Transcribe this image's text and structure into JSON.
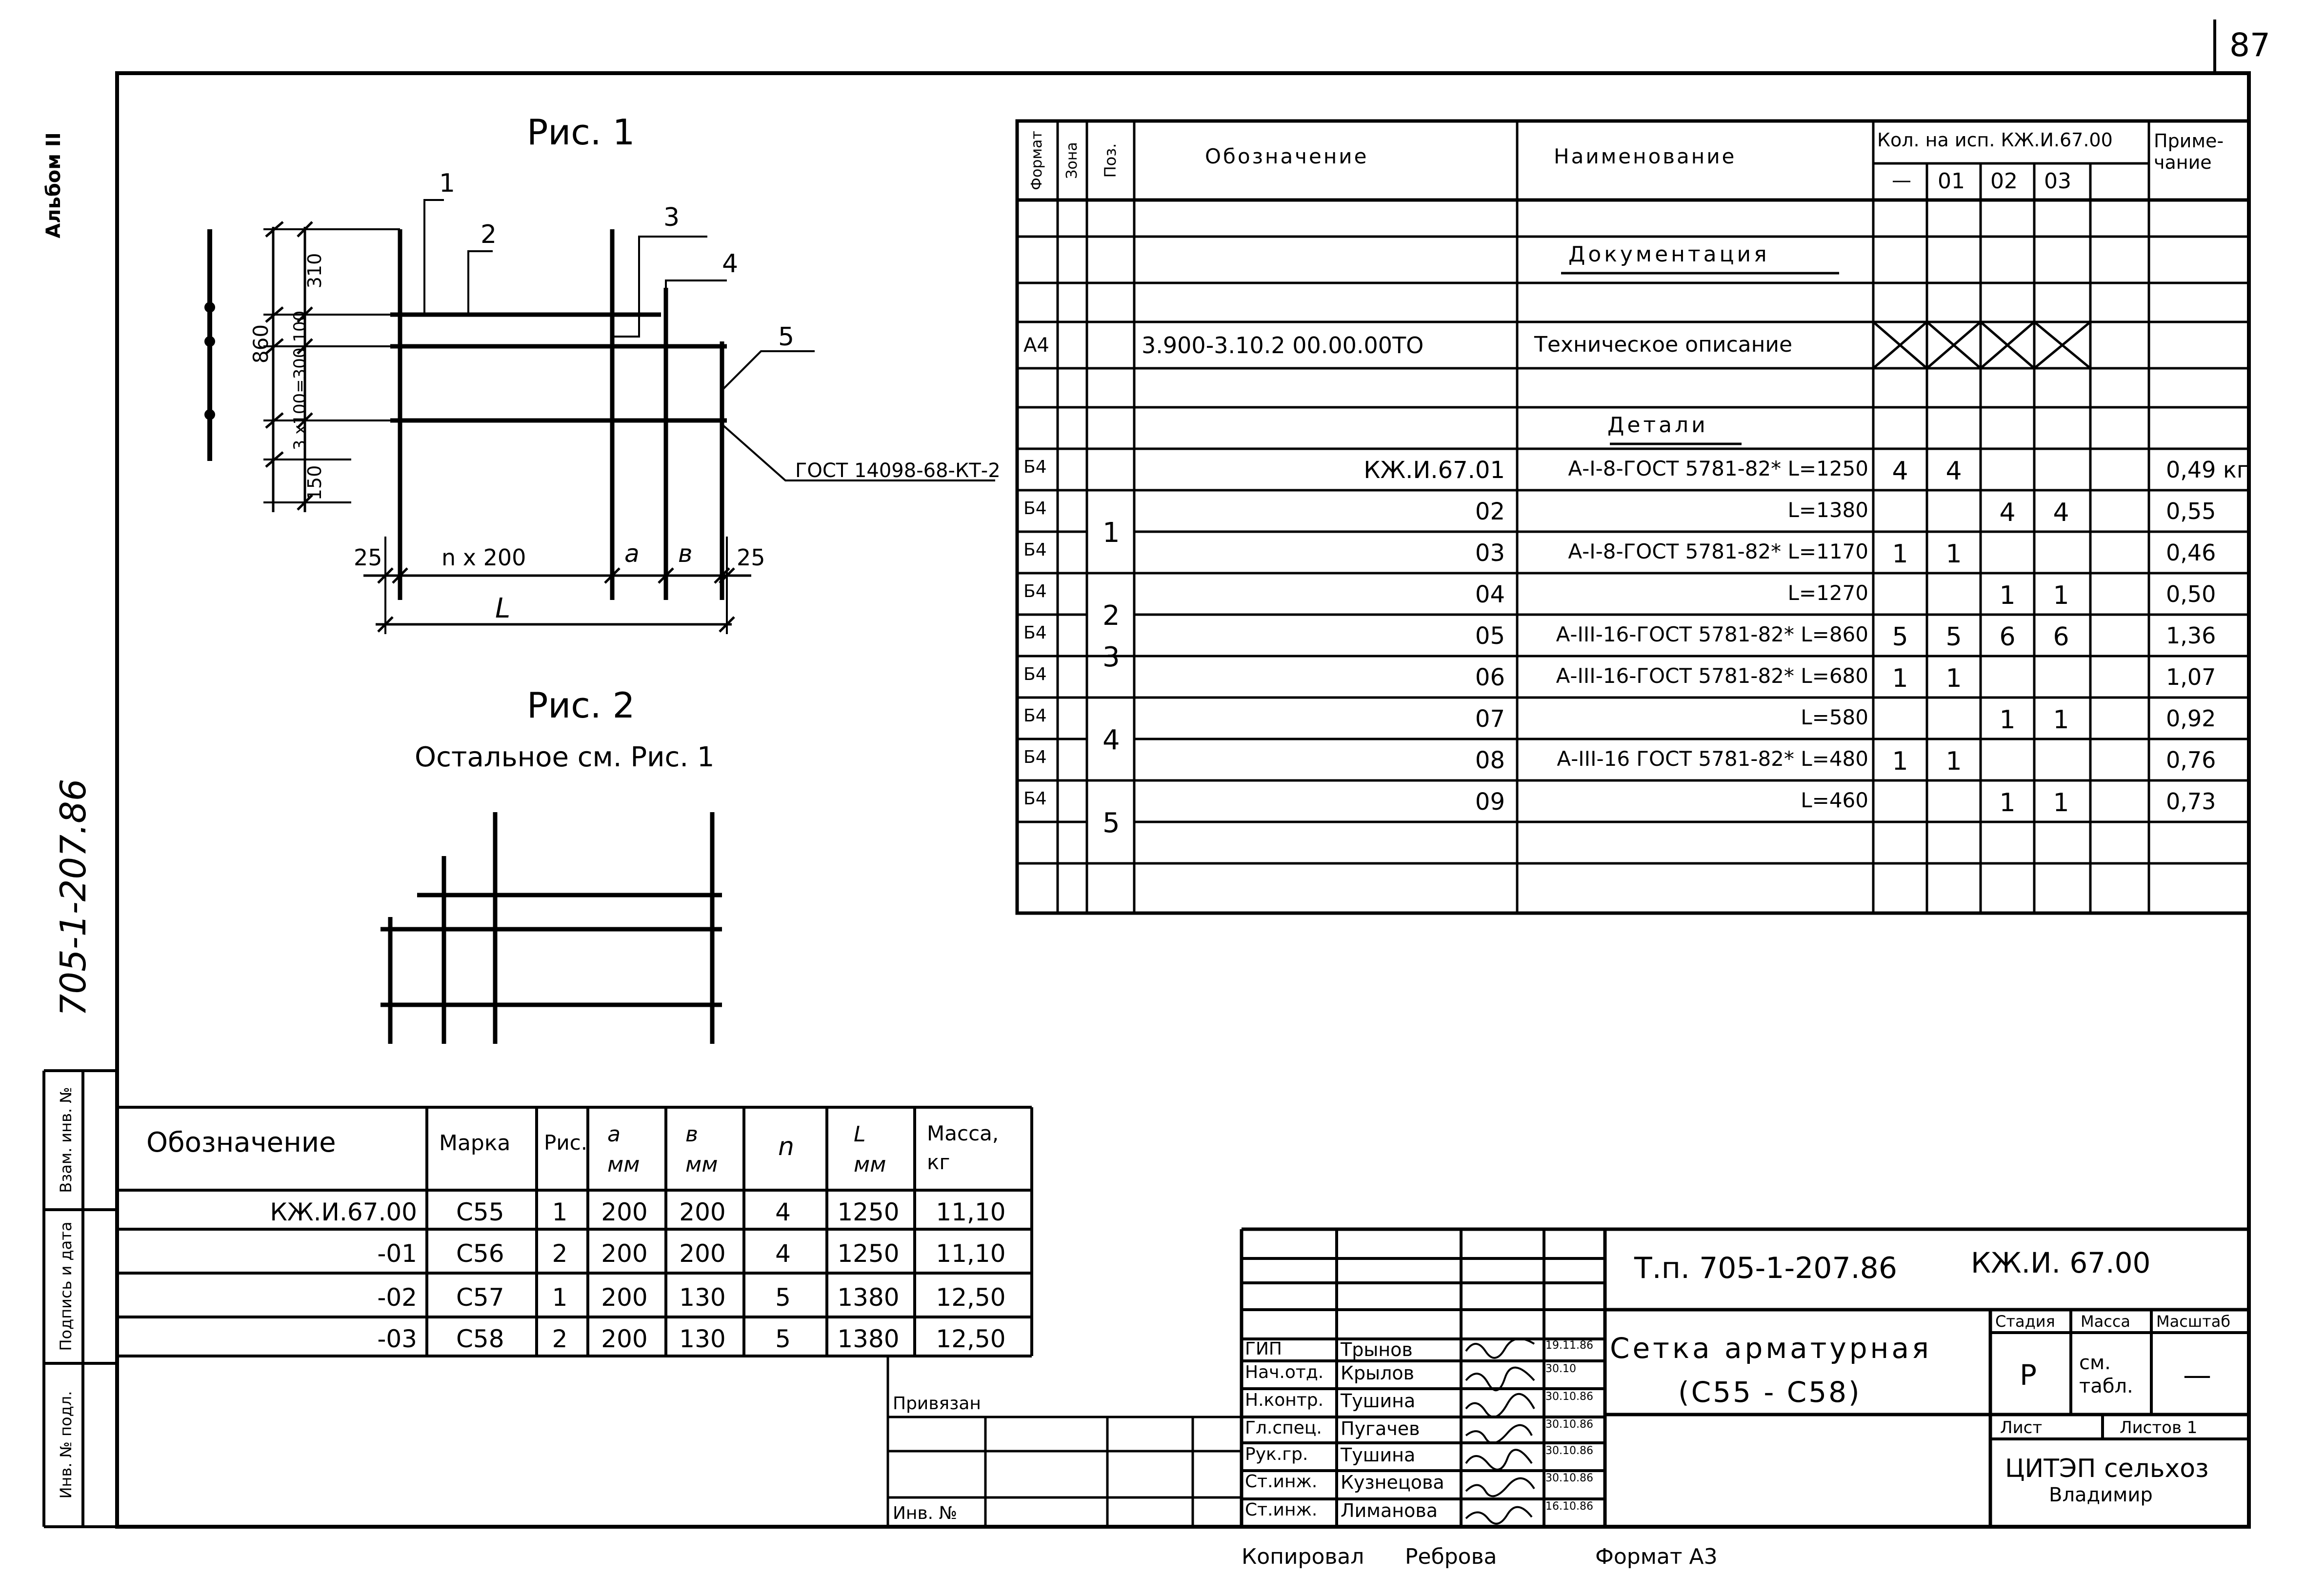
{
  "page_number": "87",
  "album_label": "Альбом II",
  "side_code": "705-1-207.86",
  "side_stamp": {
    "col1": "Инв. № подл.",
    "col2": "Подпись и дата",
    "col3": "Взам. инв. №"
  },
  "fig1": {
    "title": "Рис. 1",
    "pos_labels": [
      "1",
      "2",
      "3",
      "4",
      "5"
    ],
    "dims": {
      "h860": "860",
      "h310": "310",
      "hmid": "3 х100=300 100",
      "h150": "150",
      "b25l": "25",
      "b25r": "25",
      "n200": "n x 200",
      "a": "a",
      "b": "в",
      "L": "L"
    },
    "gost": "ГОСТ 14098-68-КТ-2"
  },
  "fig2": {
    "title": "Рис. 2",
    "subtitle": "Остальное см. Рис. 1"
  },
  "spec": {
    "headers": {
      "format": "Формат",
      "zone": "Зона",
      "pos": "Поз.",
      "oboz": "Обозначение",
      "name": "Наименование",
      "qty": "Кол. на исп. КЖ.И.67.00",
      "prim": "Приме-\nчание"
    },
    "qty_cols": [
      "—",
      "01",
      "02",
      "03"
    ],
    "section_doc": "Документация",
    "doc_row": {
      "format": "А4",
      "oboz": "3.900-3.10.2  00.00.00ТО",
      "name": "Техническое описание"
    },
    "section_details": "Детали",
    "rows": [
      {
        "format": "Б4",
        "pos": "",
        "oboz": "КЖ.И.67.01",
        "name": "А-I-8-ГОСТ 5781-82* L=1250",
        "q": [
          "4",
          "4",
          "",
          ""
        ],
        "prim": "0,49 кг"
      },
      {
        "format": "Б4",
        "pos": "1",
        "oboz": "02",
        "name": "L=1380",
        "q": [
          "",
          "",
          "4",
          "4"
        ],
        "prim": "0,55"
      },
      {
        "format": "Б4",
        "pos": "",
        "oboz": "03",
        "name": "А-I-8-ГОСТ 5781-82* L=1170",
        "q": [
          "1",
          "1",
          "",
          ""
        ],
        "prim": "0,46"
      },
      {
        "format": "Б4",
        "pos": "2",
        "oboz": "04",
        "name": "L=1270",
        "q": [
          "",
          "",
          "1",
          "1"
        ],
        "prim": "0,50"
      },
      {
        "format": "Б4",
        "pos": "3",
        "oboz": "05",
        "name": "А-III-16-ГОСТ 5781-82* L=860",
        "q": [
          "5",
          "5",
          "6",
          "6"
        ],
        "prim": "1,36"
      },
      {
        "format": "Б4",
        "pos": "",
        "oboz": "06",
        "name": "А-III-16-ГОСТ 5781-82* L=680",
        "q": [
          "1",
          "1",
          "",
          ""
        ],
        "prim": "1,07"
      },
      {
        "format": "Б4",
        "pos": "4",
        "oboz": "07",
        "name": "L=580",
        "q": [
          "",
          "",
          "1",
          "1"
        ],
        "prim": "0,92"
      },
      {
        "format": "Б4",
        "pos": "",
        "oboz": "08",
        "name": "А-III-16 ГОСТ 5781-82* L=480",
        "q": [
          "1",
          "1",
          "",
          ""
        ],
        "prim": "0,76"
      },
      {
        "format": "Б4",
        "pos": "5",
        "oboz": "09",
        "name": "L=460",
        "q": [
          "",
          "",
          "1",
          "1"
        ],
        "prim": "0,73"
      }
    ]
  },
  "mark_table": {
    "headers": [
      "Обозначение",
      "Марка",
      "Рис.",
      "а мм",
      "в мм",
      "n",
      "L мм",
      "Масса, кг"
    ],
    "rows": [
      [
        "КЖ.И.67.00",
        "С55",
        "1",
        "200",
        "200",
        "4",
        "1250",
        "11,10"
      ],
      [
        "-01",
        "С56",
        "2",
        "200",
        "200",
        "4",
        "1250",
        "11,10"
      ],
      [
        "-02",
        "С57",
        "1",
        "200",
        "130",
        "5",
        "1380",
        "12,50"
      ],
      [
        "-03",
        "С58",
        "2",
        "200",
        "130",
        "5",
        "1380",
        "12,50"
      ]
    ]
  },
  "privyazan": {
    "label": "Привязан",
    "inv": "Инв. №"
  },
  "title_block": {
    "project": "Т.п. 705-1-207.86",
    "doc_code": "КЖ.И. 67.00",
    "name_line1": "Сетка арматурная",
    "name_line2": "(С55 - С58)",
    "stadia_h": "Стадия",
    "massa_h": "Масса",
    "masshtab_h": "Масштаб",
    "stadia": "Р",
    "massa": "см. табл.",
    "masshtab": "—",
    "list": "Лист",
    "listov": "Листов 1",
    "org1": "ЦИТЭП сельхоз",
    "org2": "Владимир",
    "roles": [
      {
        "role": "ГИП",
        "name": "Трынов",
        "date": "19.11.86"
      },
      {
        "role": "Нач.отд.",
        "name": "Крылов",
        "date": "30.10"
      },
      {
        "role": "Н.контр.",
        "name": "Тушина",
        "date": "30.10.86"
      },
      {
        "role": "Гл.спец.",
        "name": "Пугачев",
        "date": "30.10.86"
      },
      {
        "role": "Рук.гр.",
        "name": "Тушина",
        "date": "30.10.86"
      },
      {
        "role": "Ст.инж.",
        "name": "Кузнецова",
        "date": "30.10.86"
      },
      {
        "role": "Ст.инж.",
        "name": "Лиманова",
        "date": "16.10.86"
      }
    ]
  },
  "footer": {
    "copied": "Копировал",
    "copier": "Реброва",
    "format": "Формат А3"
  }
}
